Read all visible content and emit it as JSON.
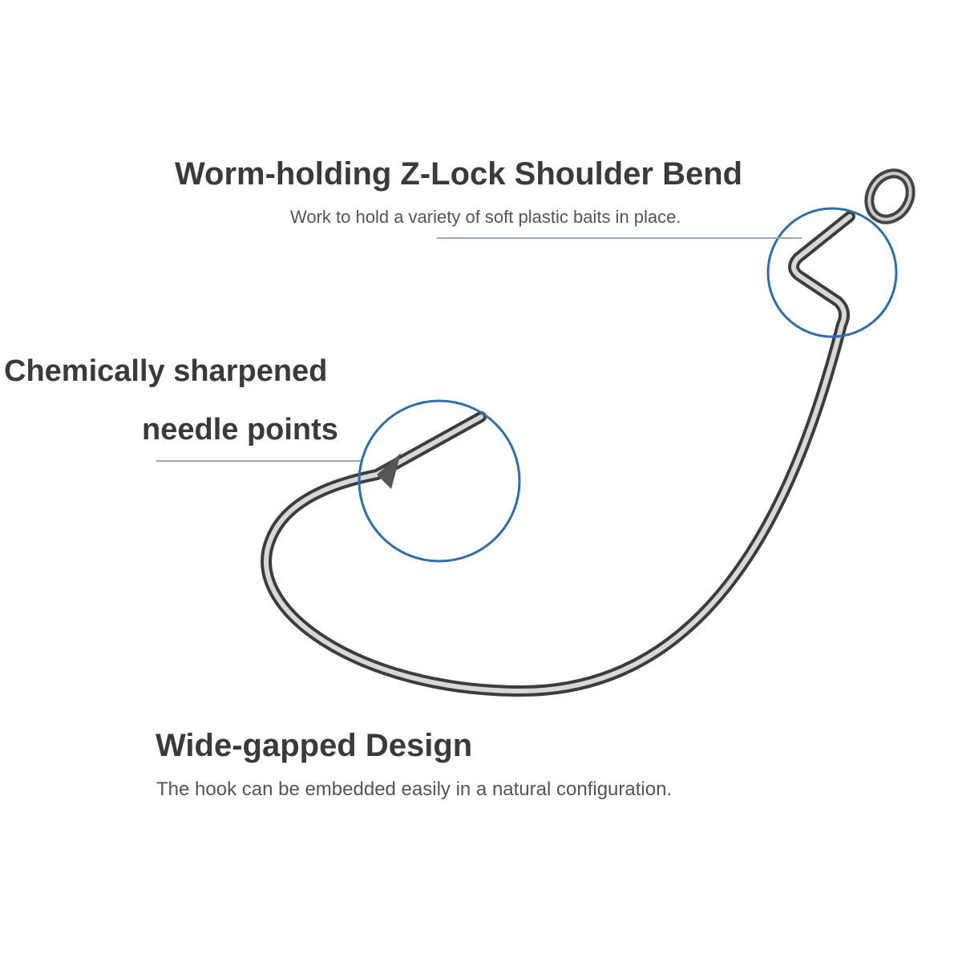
{
  "callouts": {
    "zlock": {
      "title": "Worm-holding Z-Lock Shoulder Bend",
      "subtitle": "Work to hold a variety of soft plastic baits in place."
    },
    "point": {
      "line1": "Chemically sharpened",
      "line2": "needle points"
    },
    "gap": {
      "title": "Wide-gapped Design",
      "subtitle": "The hook can be embedded easily in a natural configuration."
    }
  },
  "colors": {
    "circle": "#2f6ea8",
    "text": "#3a3a3a",
    "line": "#9aa9b8"
  }
}
